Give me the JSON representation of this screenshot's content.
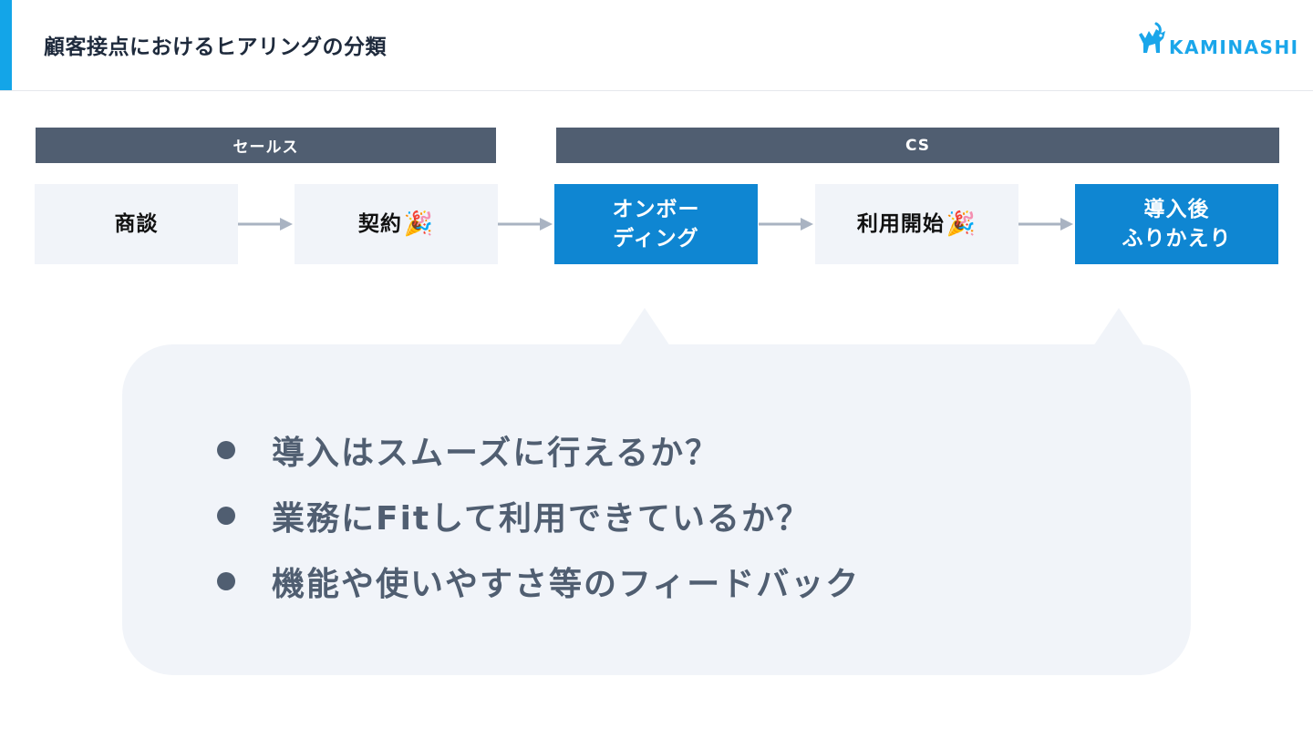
{
  "header": {
    "title": "顧客接点におけるヒアリングの分類",
    "logo_text": "KAMINASHI",
    "accent_color": "#13a5e8",
    "logo_color": "#1aa6ea"
  },
  "groups": [
    {
      "label": "セールス"
    },
    {
      "label": "CS"
    }
  ],
  "steps": [
    {
      "label": "商談",
      "style": "light"
    },
    {
      "label": "契約",
      "emoji": "🎉",
      "style": "light"
    },
    {
      "label": "オンボー\nディング",
      "style": "dark"
    },
    {
      "label": "利用開始",
      "emoji": "🎉",
      "style": "light"
    },
    {
      "label": "導入後\nふりかえり",
      "style": "dark"
    }
  ],
  "flow_icons": [
    "arrow-right-icon",
    "arrow-right-icon",
    "arrow-right-icon",
    "arrow-right-icon"
  ],
  "colors": {
    "group_bar": "#505e71",
    "step_light": "#f1f4f9",
    "step_dark": "#0f86d2",
    "bubble": "#f1f4f9",
    "bullet_text": "#505e71",
    "arrow": "#a9b3c2"
  },
  "bullets": [
    "導入はスムーズに行えるか？",
    "業務にFitして利用できているか？",
    "機能や使いやすさ等のフィードバック"
  ]
}
